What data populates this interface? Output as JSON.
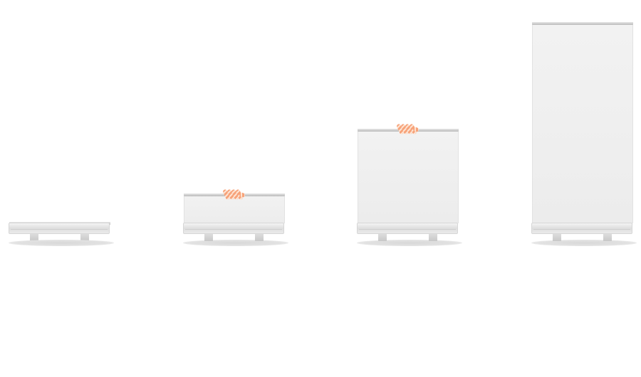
{
  "stands": [
    {
      "extension": 0,
      "hand": false
    },
    {
      "extension": 0.14,
      "hand": true
    },
    {
      "extension": 0.47,
      "hand": true
    },
    {
      "extension": 1,
      "hand": false
    }
  ],
  "colors": {
    "background": "#ffffff",
    "metal": "#d6d6d6",
    "hand": "#f7a37a"
  }
}
